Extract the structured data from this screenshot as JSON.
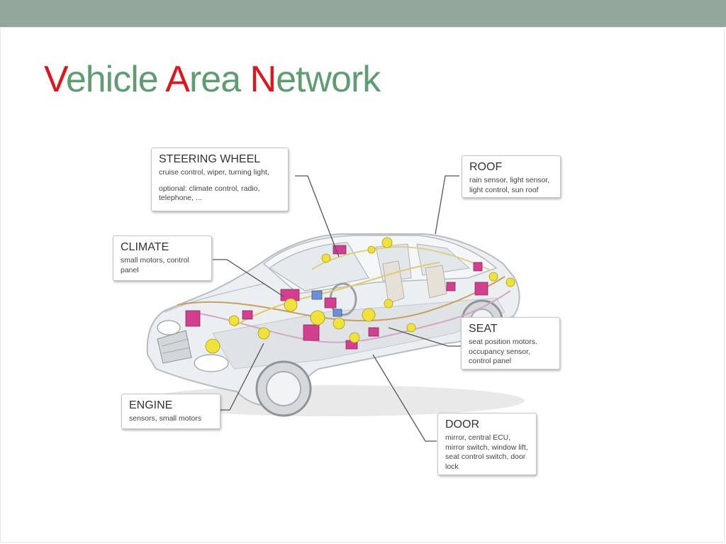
{
  "slide": {
    "title_parts": [
      {
        "cap": "V",
        "rest": "ehicle "
      },
      {
        "cap": "A",
        "rest": "rea "
      },
      {
        "cap": "N",
        "rest": "etwork"
      }
    ]
  },
  "callouts": {
    "steering": {
      "head": "STEERING WHEEL",
      "desc": "cruise control, wiper, turning light,",
      "desc2": "optional: climate control, radio, telephone, ..."
    },
    "roof": {
      "head": "ROOF",
      "desc": "rain sensor, light sensor, light control, sun roof"
    },
    "climate": {
      "head": "CLIMATE",
      "desc": "small motors, control panel"
    },
    "seat": {
      "head": "SEAT",
      "desc": "seat position motors. occupancy sensor, control panel"
    },
    "engine": {
      "head": "ENGINE",
      "desc": "sensors, small motors"
    },
    "door": {
      "head": "DOOR",
      "desc": "mirror, central ECU, mirror switch, window lift, seat control switch, door lock"
    }
  },
  "colors": {
    "accent_red": "#e0151c",
    "accent_green": "#5f9c72",
    "topbar": "#93a79c",
    "ecu_magenta": "#d13f8e",
    "sensor_yellow": "#f0e23a"
  }
}
